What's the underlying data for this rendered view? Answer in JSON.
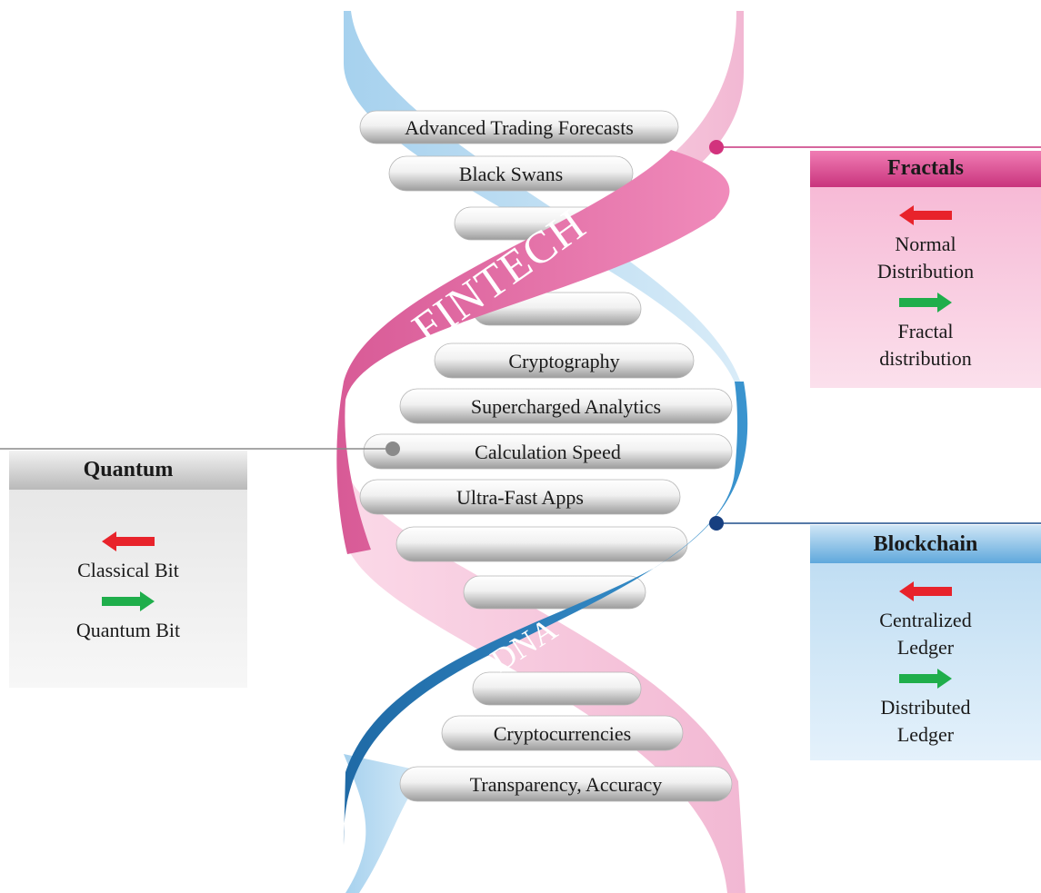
{
  "helix": {
    "rods": [
      {
        "label": "Advanced Trading Forecasts"
      },
      {
        "label": "Black Swans"
      },
      {
        "label": ""
      },
      {
        "label": ""
      },
      {
        "label": "Cryptography"
      },
      {
        "label": "Supercharged Analytics"
      },
      {
        "label": "Calculation Speed"
      },
      {
        "label": "Ultra-Fast Apps"
      },
      {
        "label": ""
      },
      {
        "label": ""
      },
      {
        "label": ""
      },
      {
        "label": "Cryptocurrencies"
      },
      {
        "label": "Transparency, Accuracy"
      }
    ],
    "pink_strand_label": "FINTECH",
    "blue_strand_label": "DNA"
  },
  "panels": {
    "fractals": {
      "title": "Fractals",
      "left_item": "Normal Distribution",
      "right_item": "Fractal distribution"
    },
    "quantum": {
      "title": "Quantum",
      "left_item": "Classical Bit",
      "right_item": "Quantum Bit"
    },
    "blockchain": {
      "title": "Blockchain",
      "left_item": "Centralized Ledger",
      "right_item": "Distributed Ledger"
    }
  },
  "colors": {
    "pink": "#e26fa6",
    "light_pink": "#f5c6dc",
    "blue": "#2a80bf",
    "light_blue": "#b9dbf0",
    "left_arrow": "#e8232b",
    "right_arrow": "#1fae4b"
  }
}
